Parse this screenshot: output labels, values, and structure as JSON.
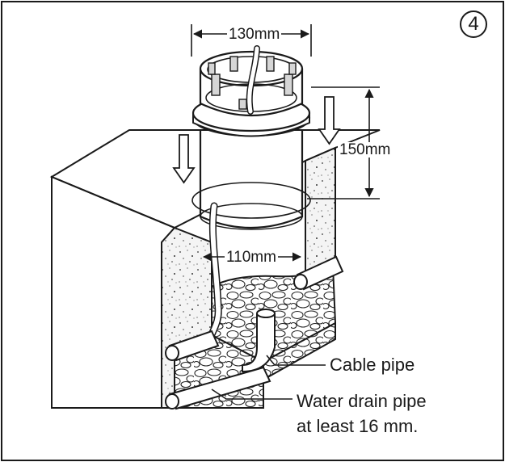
{
  "figure": {
    "step_number": "4",
    "dimensions": {
      "top_width": "130mm",
      "height": "150mm",
      "inner_width": "110mm"
    },
    "callouts": {
      "cable_pipe": "Cable pipe",
      "water_drain_line1": "Water drain pipe",
      "water_drain_line2": "at least 16 mm."
    }
  }
}
